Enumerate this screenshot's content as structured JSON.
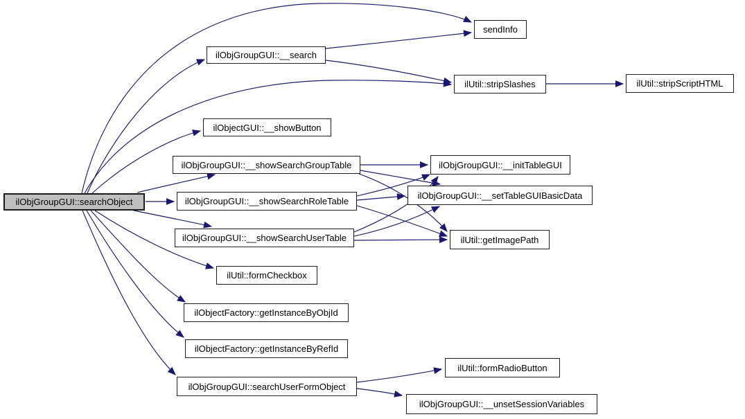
{
  "diagram": {
    "type": "call-graph",
    "colors": {
      "edge": "#191970",
      "node_fill": "#ffffff",
      "node_border": "#1a1a1a",
      "highlight_fill": "#bfbfbf",
      "text": "#000000"
    },
    "nodes": {
      "searchObject": {
        "label": "ilObjGroupGUI::searchObject",
        "highlighted": true
      },
      "search": {
        "label": "ilObjGroupGUI::__search"
      },
      "sendInfo": {
        "label": "sendInfo"
      },
      "stripSlashes": {
        "label": "ilUtil::stripSlashes"
      },
      "stripScriptHTML": {
        "label": "ilUtil::stripScriptHTML"
      },
      "showButton": {
        "label": "ilObjectGUI::__showButton"
      },
      "showSearchGroupTable": {
        "label": "ilObjGroupGUI::__showSearchGroupTable"
      },
      "initTableGUI": {
        "label": "ilObjGroupGUI::__initTableGUI"
      },
      "showSearchRoleTable": {
        "label": "ilObjGroupGUI::__showSearchRoleTable"
      },
      "setTableGUIBasicData": {
        "label": "ilObjGroupGUI::__setTableGUIBasicData"
      },
      "showSearchUserTable": {
        "label": "ilObjGroupGUI::__showSearchUserTable"
      },
      "getImagePath": {
        "label": "ilUtil::getImagePath"
      },
      "formCheckbox": {
        "label": "ilUtil::formCheckbox"
      },
      "getInstanceByObjId": {
        "label": "ilObjectFactory::getInstanceByObjId"
      },
      "getInstanceByRefId": {
        "label": "ilObjectFactory::getInstanceByRefId"
      },
      "searchUserFormObject": {
        "label": "ilObjGroupGUI::searchUserFormObject"
      },
      "formRadioButton": {
        "label": "ilUtil::formRadioButton"
      },
      "unsetSessionVariables": {
        "label": "ilObjGroupGUI::__unsetSessionVariables"
      }
    },
    "edges": [
      {
        "from": "searchObject",
        "to": "sendInfo"
      },
      {
        "from": "searchObject",
        "to": "search"
      },
      {
        "from": "searchObject",
        "to": "stripSlashes"
      },
      {
        "from": "searchObject",
        "to": "showButton"
      },
      {
        "from": "searchObject",
        "to": "showSearchGroupTable"
      },
      {
        "from": "searchObject",
        "to": "showSearchRoleTable"
      },
      {
        "from": "searchObject",
        "to": "showSearchUserTable"
      },
      {
        "from": "searchObject",
        "to": "formCheckbox"
      },
      {
        "from": "searchObject",
        "to": "getInstanceByObjId"
      },
      {
        "from": "searchObject",
        "to": "getInstanceByRefId"
      },
      {
        "from": "searchObject",
        "to": "searchUserFormObject"
      },
      {
        "from": "search",
        "to": "sendInfo"
      },
      {
        "from": "search",
        "to": "stripSlashes"
      },
      {
        "from": "stripSlashes",
        "to": "stripScriptHTML"
      },
      {
        "from": "showSearchGroupTable",
        "to": "initTableGUI"
      },
      {
        "from": "showSearchGroupTable",
        "to": "setTableGUIBasicData"
      },
      {
        "from": "showSearchGroupTable",
        "to": "getImagePath"
      },
      {
        "from": "showSearchRoleTable",
        "to": "initTableGUI"
      },
      {
        "from": "showSearchRoleTable",
        "to": "setTableGUIBasicData"
      },
      {
        "from": "showSearchRoleTable",
        "to": "getImagePath"
      },
      {
        "from": "showSearchUserTable",
        "to": "initTableGUI"
      },
      {
        "from": "showSearchUserTable",
        "to": "setTableGUIBasicData"
      },
      {
        "from": "showSearchUserTable",
        "to": "getImagePath"
      },
      {
        "from": "searchUserFormObject",
        "to": "formRadioButton"
      },
      {
        "from": "searchUserFormObject",
        "to": "unsetSessionVariables"
      }
    ]
  }
}
